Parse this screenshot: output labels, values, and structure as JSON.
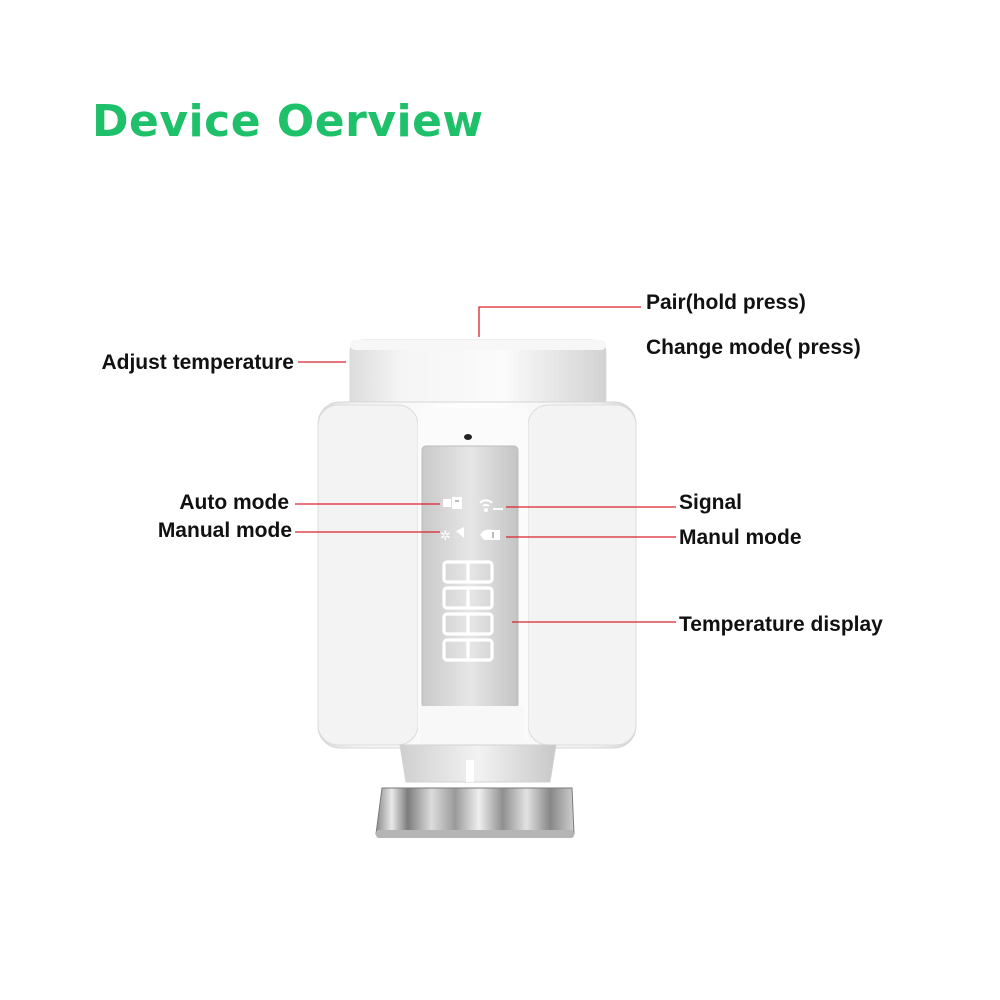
{
  "title": "Device Oerview",
  "labels": {
    "pair": "Pair(hold press)",
    "change_mode": "Change mode( press)",
    "adjust_temperature": "Adjust temperature",
    "auto_mode": "Auto mode",
    "manual_mode_left": "Manual mode",
    "signal": "Signal",
    "manual_mode_right": "Manul mode",
    "temperature_display": "Temperature display"
  },
  "colors": {
    "title": "#1ec06a",
    "leader_line": "#d9232e",
    "display_glow": "#ffffff"
  }
}
